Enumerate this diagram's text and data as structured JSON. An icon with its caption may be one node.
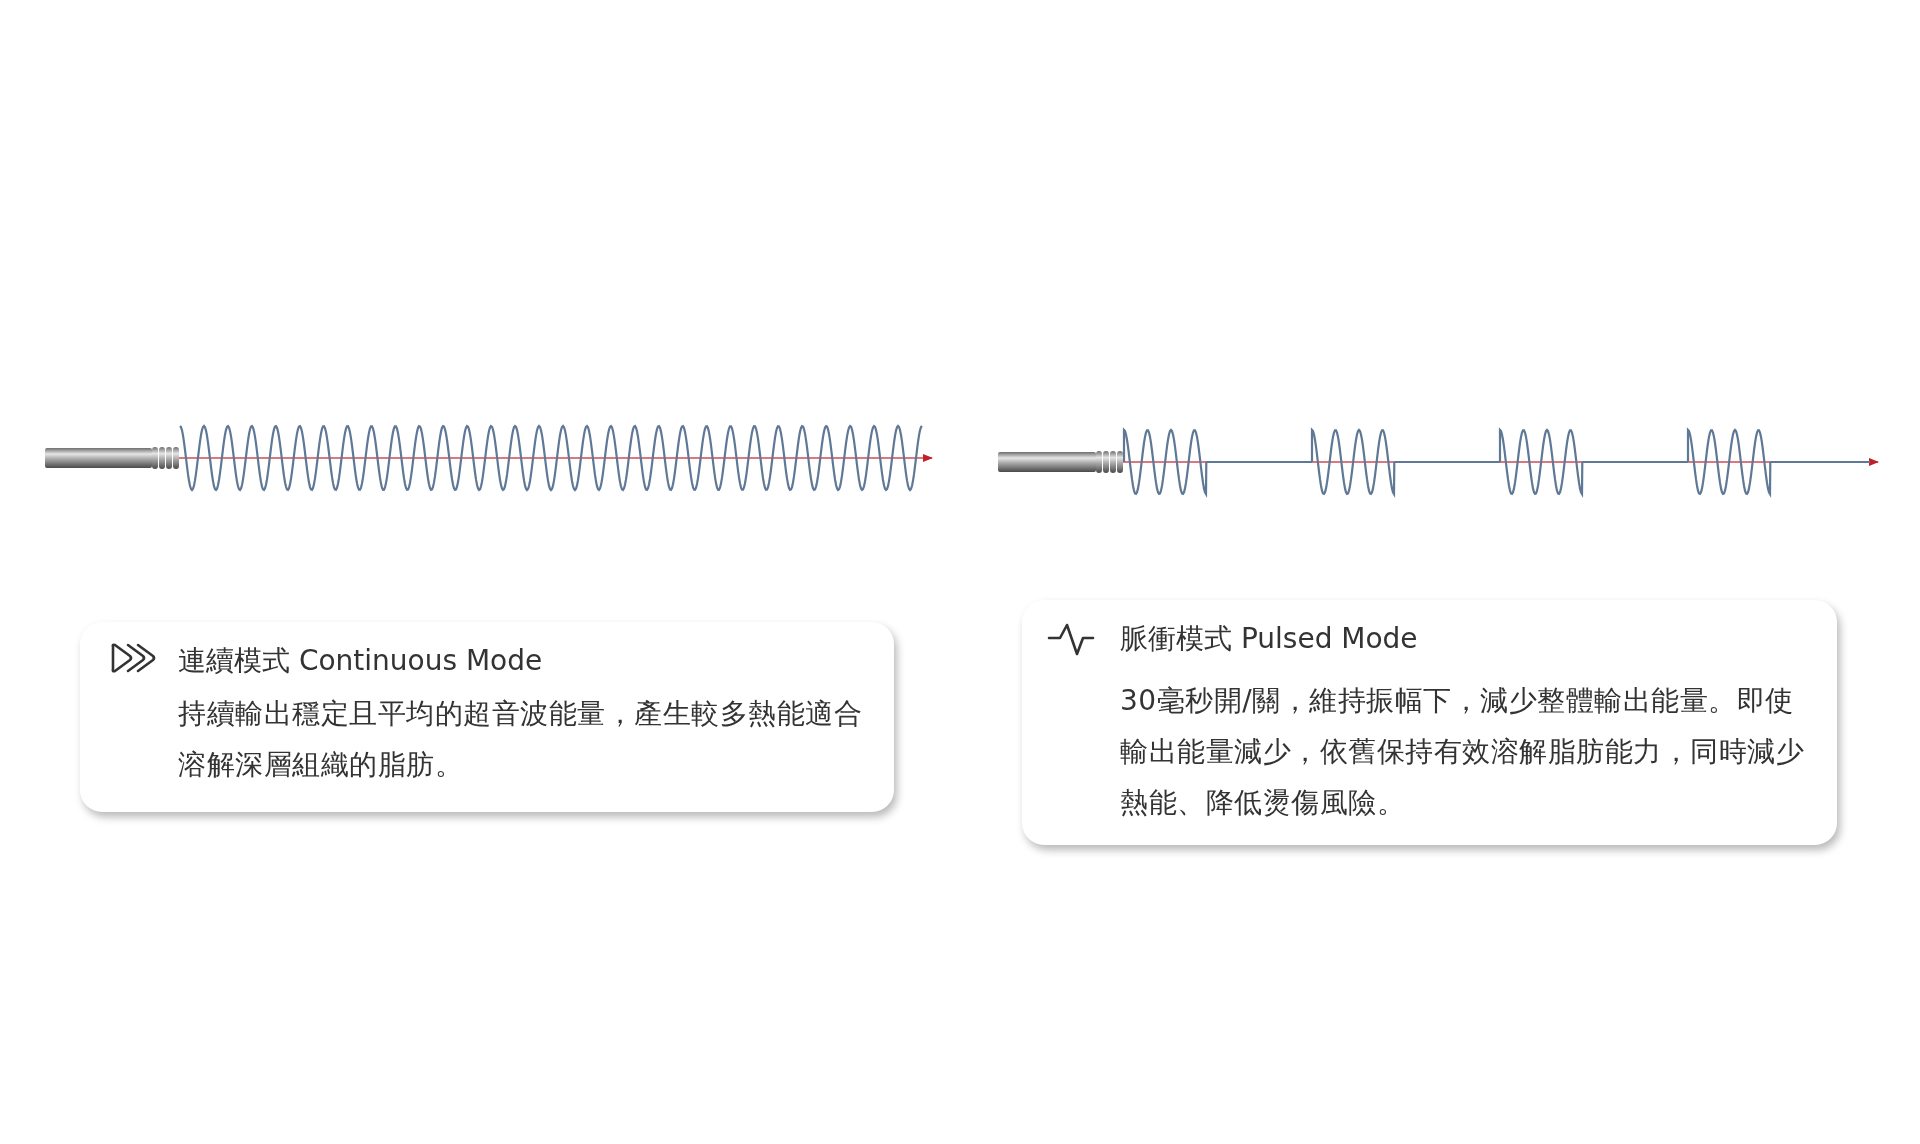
{
  "diagram": {
    "nodes": [
      {
        "text": [
          "連續模式 Continuous Mode",
          "持續輸出穩定且平均的超音波能量，產生較多熱能適合溶解深層組織的脂肪。"
        ]
      },
      {
        "text": [
          "脈衝模式 Pulsed Mode",
          "30毫秒開/關，維持振幅下，減少整體輸出能量。即使輸出能量減少，依舊保持有效溶解脂肪能力，同時減少熱能、降低燙傷風險。"
        ]
      }
    ]
  }
}
